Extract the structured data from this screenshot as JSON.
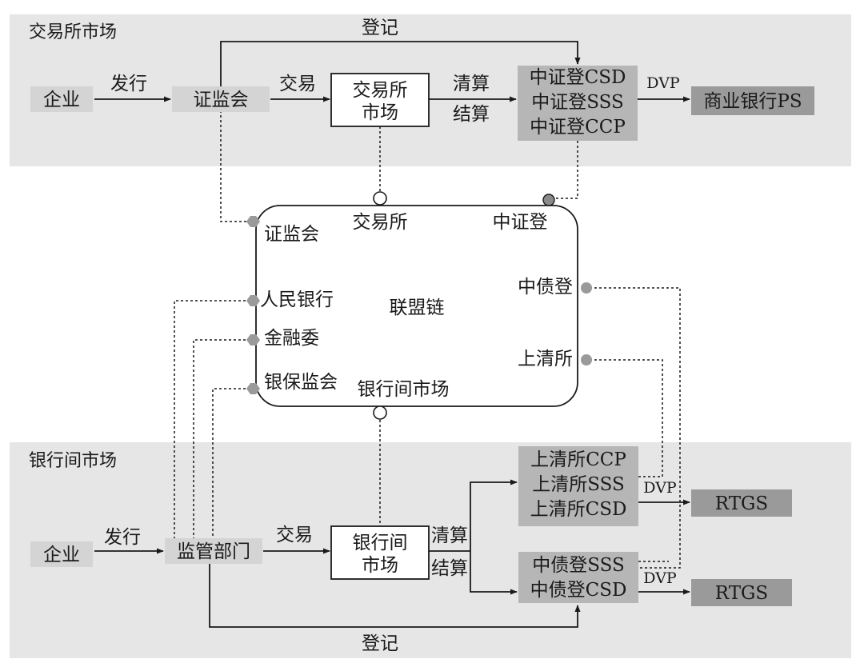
{
  "exchange_market": {
    "region_title": "交易所市场",
    "enterprise": "企业",
    "issue": "发行",
    "regulator": "证监会",
    "trade": "交易",
    "venue": [
      "交易所",
      "市场"
    ],
    "clearing": "清算",
    "settlement": "结算",
    "depository": [
      "中证登CSD",
      "中证登SSS",
      "中证登CCP"
    ],
    "dvp": "DVP",
    "bank": "商业银行PS",
    "register": "登记"
  },
  "consortium_chain": {
    "title": "联盟链",
    "exchange": "交易所",
    "csdc": "中证登",
    "csrc": "证监会",
    "pboc": "人民银行",
    "fin_committee": "金融委",
    "cbirc": "银保监会",
    "interbank": "银行间市场",
    "ccdc": "中债登",
    "shch": "上清所"
  },
  "interbank_market": {
    "region_title": "银行间市场",
    "enterprise": "企业",
    "issue": "发行",
    "regulator": "监管部门",
    "trade": "交易",
    "venue": [
      "银行间",
      "市场"
    ],
    "clearing": "清算",
    "settlement": "结算",
    "shch_box": [
      "上清所CCP",
      "上清所SSS",
      "上清所CSD"
    ],
    "ccdc_box": [
      "中债登SSS",
      "中债登CSD"
    ],
    "dvp_top": "DVP",
    "dvp_bottom": "DVP",
    "rtgs_top": "RTGS",
    "rtgs_bottom": "RTGS",
    "register": "登记"
  }
}
